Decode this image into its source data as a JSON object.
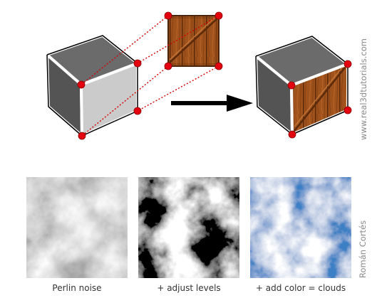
{
  "captions": {
    "perlin": "Perlin noise",
    "levels": "+ adjust levels",
    "clouds": "+ add color = clouds"
  },
  "credits": {
    "site": "www.real3dtutorials.com",
    "author": "Román Cortés"
  },
  "colors": {
    "point": "#e3000f",
    "dotted_line": "#d40000",
    "arrow": "#000000",
    "wood": "#a0521c",
    "sky": "#3b7fc4"
  },
  "icons": {
    "arrow": "right-arrow-icon",
    "point": "control-point-icon"
  }
}
